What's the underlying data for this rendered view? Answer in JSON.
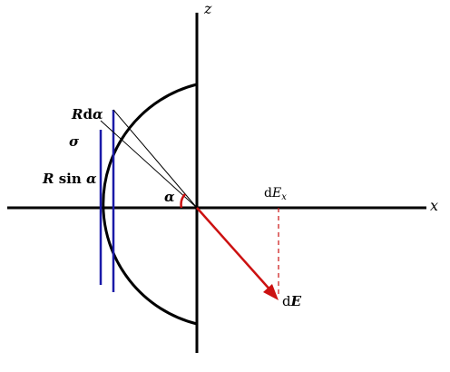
{
  "labels": {
    "z_axis": "z",
    "x_axis": "x",
    "r_d_alpha": {
      "r": "R",
      "d": "d",
      "alpha": "α"
    },
    "sigma": "σ",
    "r_sin_alpha": {
      "r": "R",
      "sin": " sin ",
      "alpha": "α"
    },
    "alpha": "α",
    "d_ex": {
      "d": "d",
      "e": "E",
      "sub": "x"
    },
    "d_e": {
      "d": "d",
      "e": "E"
    }
  },
  "colors": {
    "axes": "#000000",
    "hemisphere": "#000000",
    "ring_lines": "#1a1aa8",
    "radius_lines": "#000000",
    "field_vector": "#cc1111",
    "projection_dashed": "#cc1111",
    "angle_arc": "#cc1111"
  }
}
